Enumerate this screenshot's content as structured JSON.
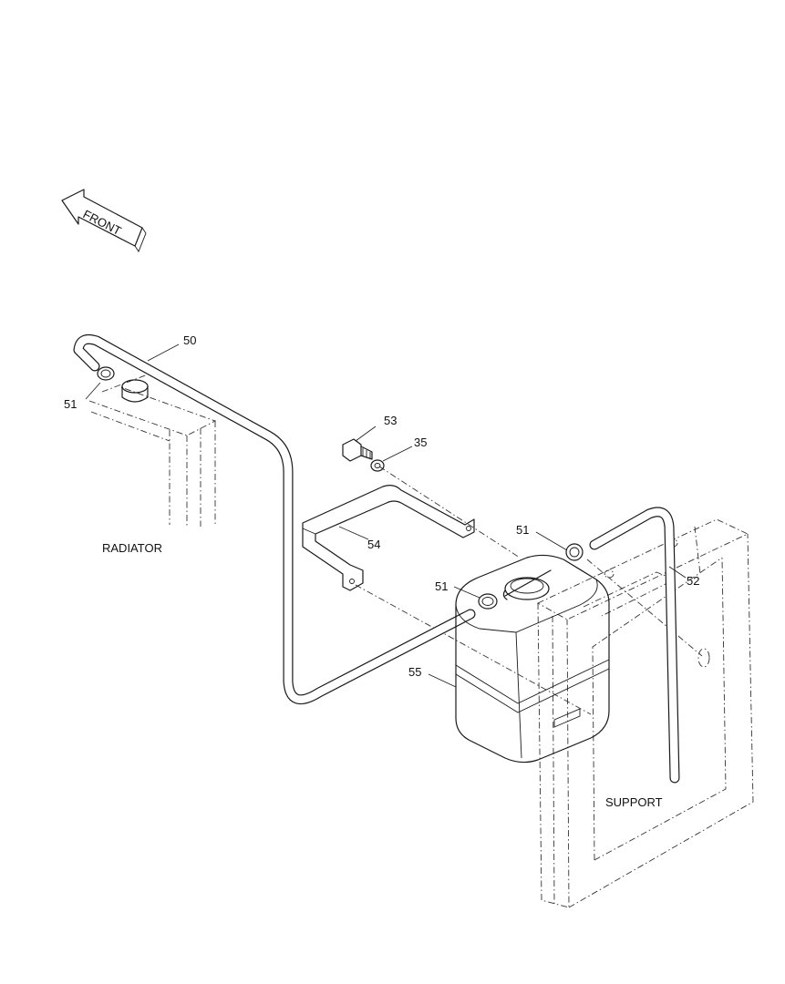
{
  "labels": {
    "front": "FRONT",
    "radiator": "RADIATOR",
    "support": "SUPPORT"
  },
  "callouts": [
    {
      "id": "50",
      "text": "50"
    },
    {
      "id": "51a",
      "text": "51"
    },
    {
      "id": "53",
      "text": "53"
    },
    {
      "id": "35",
      "text": "35"
    },
    {
      "id": "54",
      "text": "54"
    },
    {
      "id": "51b",
      "text": "51"
    },
    {
      "id": "51c",
      "text": "51"
    },
    {
      "id": "52",
      "text": "52"
    },
    {
      "id": "55",
      "text": "55"
    }
  ]
}
